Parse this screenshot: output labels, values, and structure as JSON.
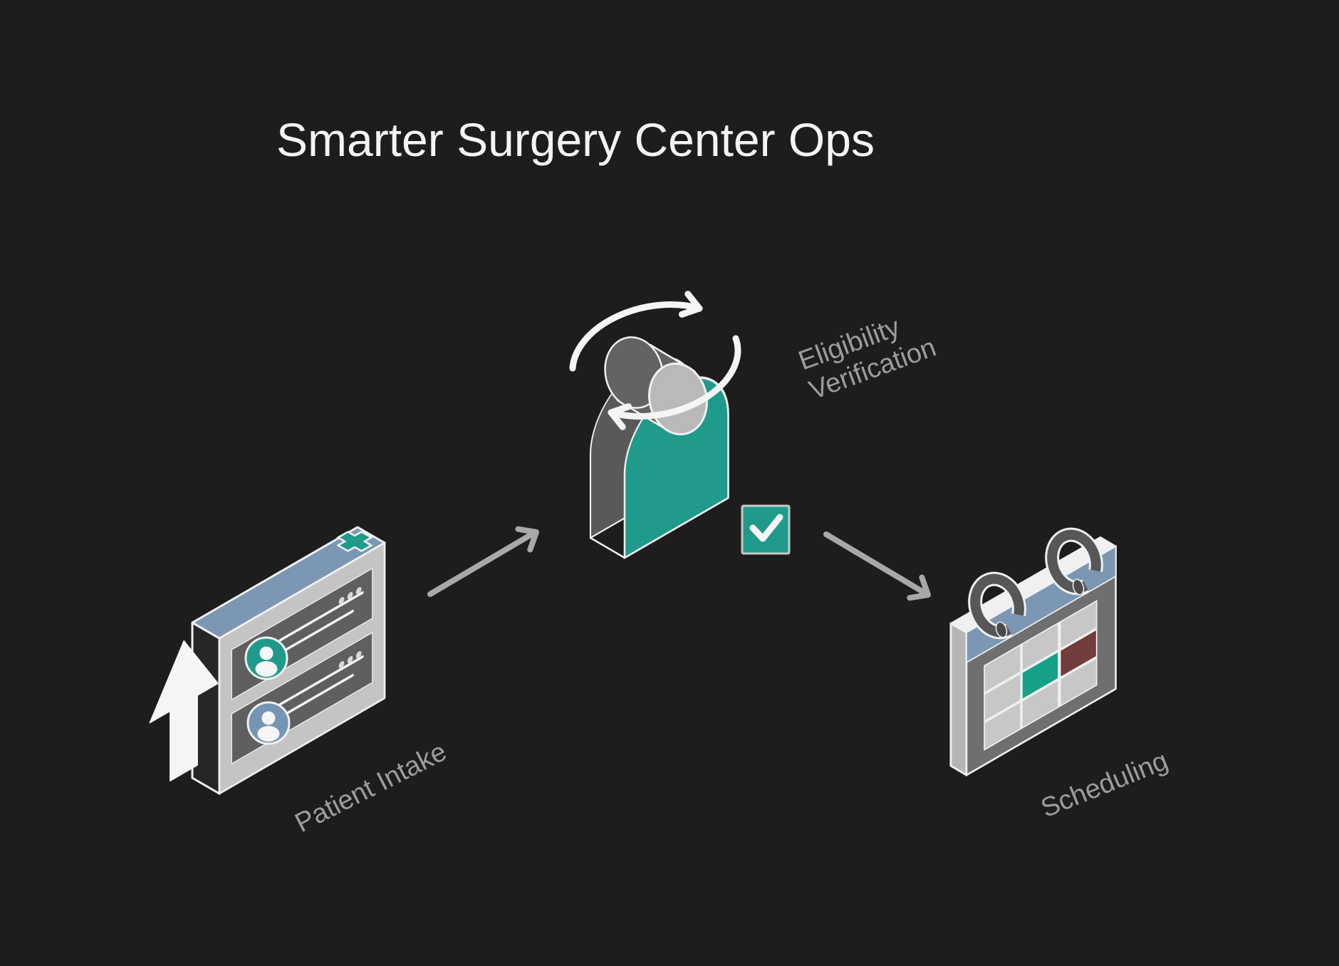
{
  "title": "Smarter Surgery Center Ops",
  "nodes": {
    "patient_intake": {
      "label": "Patient Intake"
    },
    "eligibility": {
      "label_line1": "Eligibility",
      "label_line2": "Verification"
    },
    "scheduling": {
      "label": "Scheduling"
    }
  },
  "colors": {
    "bg": "#1d1d1d",
    "title": "#f4f4f4",
    "label": "#9c9c9c",
    "outline": "#f0f0f0",
    "white": "#f5f5f5",
    "arrow": "#a8a8a8",
    "teal": "#1f9a8b",
    "teal_cell": "#17a189",
    "red": "#703c3c",
    "blue": "#7b97b4",
    "card_face": "#c4c4c4",
    "card_side": "#262626",
    "row": "#5f5f5f",
    "dot": "#d8d8d8",
    "avatar_blue": "#7695b5",
    "person_back": "#595959",
    "head_side": "#636363",
    "head_face": "#b9b9b9",
    "cal_body": "#6f6f6f",
    "cal_cell": "#c7c7c7",
    "cal_side": "#b5b5b5",
    "cal_top": "#f0f0f0",
    "ring": "#575757",
    "ring_hole": "#4a4a4a",
    "check_border": "#c9c9c9"
  }
}
